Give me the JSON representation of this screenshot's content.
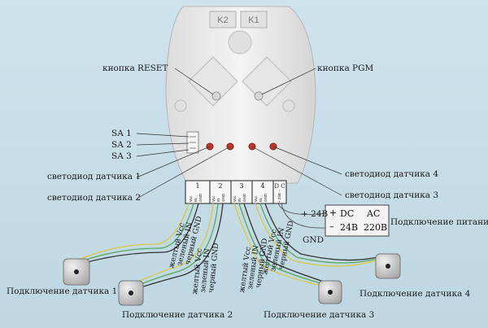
{
  "relays": {
    "k2": "K2",
    "k1": "K1"
  },
  "labels": {
    "reset": "кнопка RESET",
    "pgm": "кнопка PGM",
    "sa1": "SA 1",
    "sa2": "SA 2",
    "sa3": "SA 3",
    "led1": "светодиод датчика 1",
    "led2": "светодиод датчика 2",
    "led3": "светодиод датчика 3",
    "led4": "светодиод датчика 4",
    "gnd": "GND",
    "plus24": "+ 24В",
    "power_caption": "Подключение питания",
    "sensor1": "Подключение датчика 1",
    "sensor2": "Подключение датчика 2",
    "sensor3": "Подключение датчика 3",
    "sensor4": "Подключение датчика 4"
  },
  "terminals": {
    "groups": [
      "1",
      "2",
      "3",
      "4"
    ],
    "pins": [
      "Vcc",
      "IN",
      "GND"
    ],
    "dc": "D C",
    "dc_pins": "+ 24В −"
  },
  "power_box": {
    "plus": "+",
    "minus": "–",
    "dc": "DC",
    "ac": "AC",
    "dc_voltage": "24В",
    "ac_voltage": "220В"
  },
  "wires": {
    "vcc": "желтый Vcc",
    "in": "зеленый IN",
    "gnd": "черный GND"
  },
  "colors": {
    "background": "#c5dce6",
    "board": "#e9e9e9",
    "led": "#c0392b",
    "wire_yellow": "#d8c84a",
    "wire_green": "#5aa860",
    "wire_black": "#333333"
  }
}
